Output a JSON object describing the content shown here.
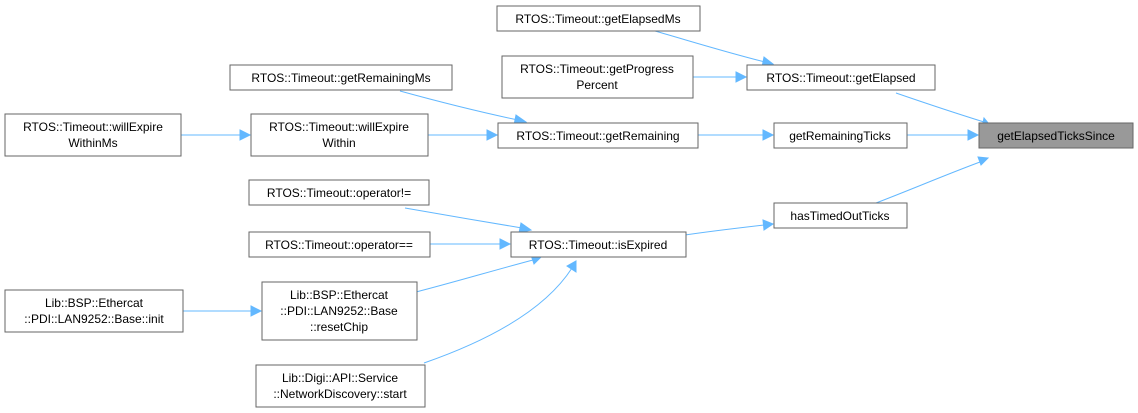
{
  "graph": {
    "nodes": {
      "getElapsedTicksSince": {
        "lines": [
          "getElapsedTicksSince"
        ],
        "root": true
      },
      "getElapsed": {
        "lines": [
          "RTOS::Timeout::getElapsed"
        ]
      },
      "getElapsedMs": {
        "lines": [
          "RTOS::Timeout::getElapsedMs"
        ]
      },
      "getProgressPercent": {
        "lines": [
          "RTOS::Timeout::getProgress",
          "Percent"
        ]
      },
      "getRemainingTicks": {
        "lines": [
          "getRemainingTicks"
        ]
      },
      "getRemaining": {
        "lines": [
          "RTOS::Timeout::getRemaining"
        ]
      },
      "getRemainingMs": {
        "lines": [
          "RTOS::Timeout::getRemainingMs"
        ]
      },
      "willExpireWithin": {
        "lines": [
          "RTOS::Timeout::willExpire",
          "Within"
        ]
      },
      "willExpireWithinMs": {
        "lines": [
          "RTOS::Timeout::willExpire",
          "WithinMs"
        ]
      },
      "hasTimedOutTicks": {
        "lines": [
          "hasTimedOutTicks"
        ]
      },
      "isExpired": {
        "lines": [
          "RTOS::Timeout::isExpired"
        ]
      },
      "operatorNe": {
        "lines": [
          "RTOS::Timeout::operator!="
        ]
      },
      "operatorEq": {
        "lines": [
          "RTOS::Timeout::operator=="
        ]
      },
      "resetChip": {
        "lines": [
          "Lib::BSP::Ethercat",
          "::PDI::LAN9252::Base",
          "::resetChip"
        ]
      },
      "init": {
        "lines": [
          "Lib::BSP::Ethercat",
          "::PDI::LAN9252::Base::init"
        ]
      },
      "networkDiscoveryStart": {
        "lines": [
          "Lib::Digi::API::Service",
          "::NetworkDiscovery::start"
        ]
      }
    },
    "edges": [
      {
        "from": "getElapsed",
        "to": "getElapsedTicksSince"
      },
      {
        "from": "getRemainingTicks",
        "to": "getElapsedTicksSince"
      },
      {
        "from": "hasTimedOutTicks",
        "to": "getElapsedTicksSince"
      },
      {
        "from": "getElapsedMs",
        "to": "getElapsed"
      },
      {
        "from": "getProgressPercent",
        "to": "getElapsed"
      },
      {
        "from": "getRemaining",
        "to": "getRemainingTicks"
      },
      {
        "from": "getRemainingMs",
        "to": "getRemaining"
      },
      {
        "from": "willExpireWithin",
        "to": "getRemaining"
      },
      {
        "from": "willExpireWithinMs",
        "to": "willExpireWithin"
      },
      {
        "from": "isExpired",
        "to": "hasTimedOutTicks"
      },
      {
        "from": "operatorNe",
        "to": "isExpired"
      },
      {
        "from": "operatorEq",
        "to": "isExpired"
      },
      {
        "from": "resetChip",
        "to": "isExpired"
      },
      {
        "from": "networkDiscoveryStart",
        "to": "isExpired"
      },
      {
        "from": "init",
        "to": "resetChip"
      }
    ]
  }
}
